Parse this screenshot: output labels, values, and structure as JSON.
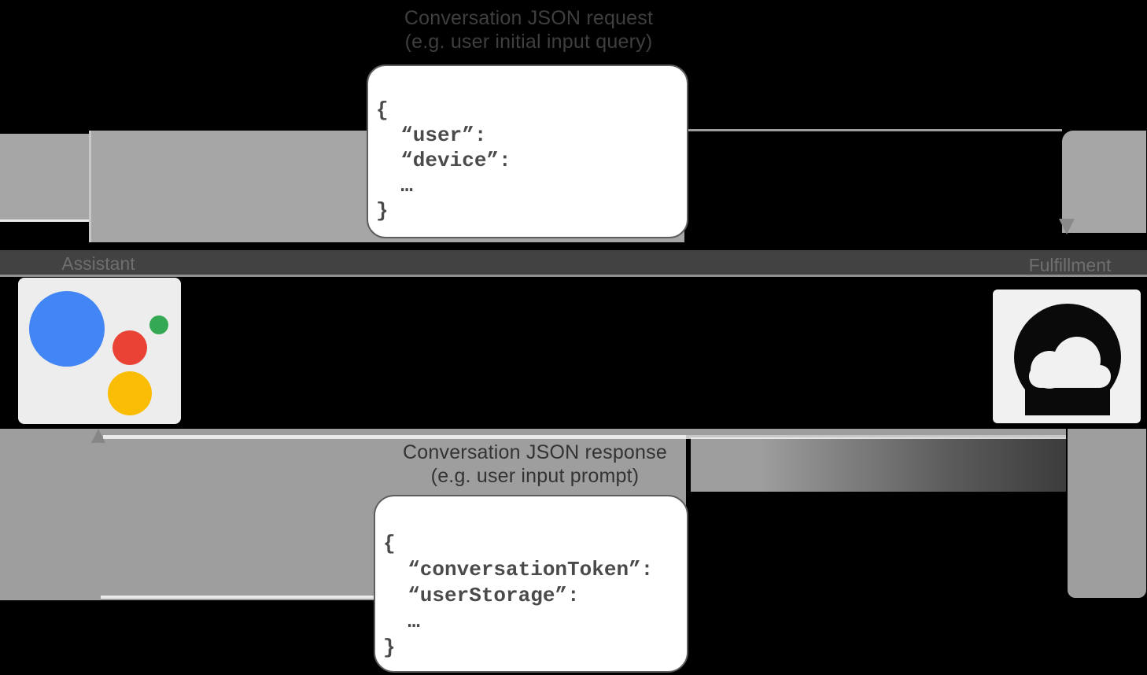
{
  "request": {
    "title1": "Conversation JSON request",
    "title2": "(e.g. user initial input query)",
    "code": "{\n  “user”:\n  “device”:\n  …\n}"
  },
  "response": {
    "title1": "Conversation JSON response",
    "title2": "(e.g. user input prompt)",
    "code": "{\n  “conversationToken”:\n  “userStorage”:\n  …\n}"
  },
  "labels": {
    "assistant": "Assistant",
    "fulfillment": "Fulfillment"
  },
  "icons": {
    "assistant": "google-assistant-logo",
    "fulfillment": "cloud-icon"
  },
  "colors": {
    "assistant_blue": "#4285f4",
    "assistant_red": "#ea4335",
    "assistant_green": "#34a853",
    "assistant_yellow": "#fbbc04",
    "arrow_gray": "#a6a6a6",
    "response_band_gray": "#9e9e9e",
    "label_row_dark": "#424242",
    "code_text": "#4a4a4a"
  }
}
